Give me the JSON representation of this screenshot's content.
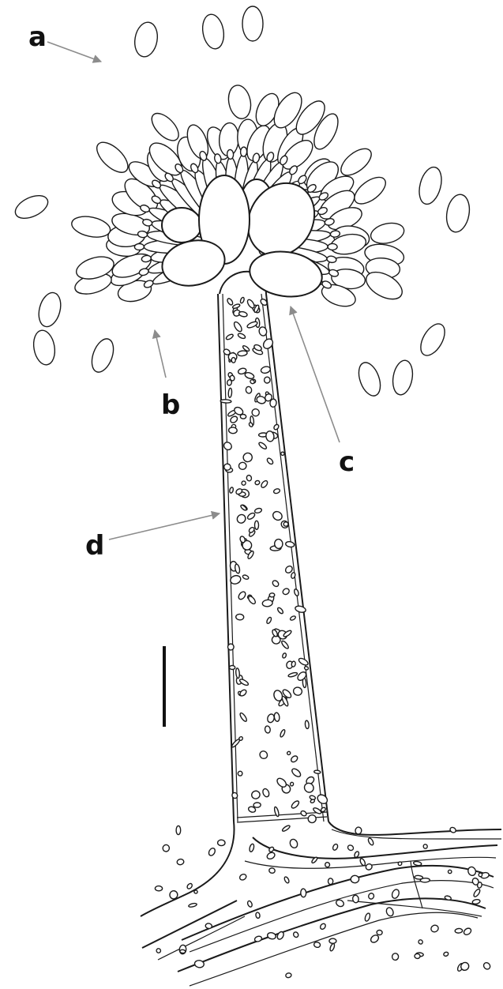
{
  "figure": {
    "labels": [
      {
        "id": "a",
        "text": "a"
      },
      {
        "id": "b",
        "text": "b"
      },
      {
        "id": "c",
        "text": "c"
      },
      {
        "id": "d",
        "text": "d"
      }
    ],
    "colors": {
      "ink": "#1a1a1a",
      "arrow": "#8c8c8c",
      "background": "#ffffff"
    }
  }
}
